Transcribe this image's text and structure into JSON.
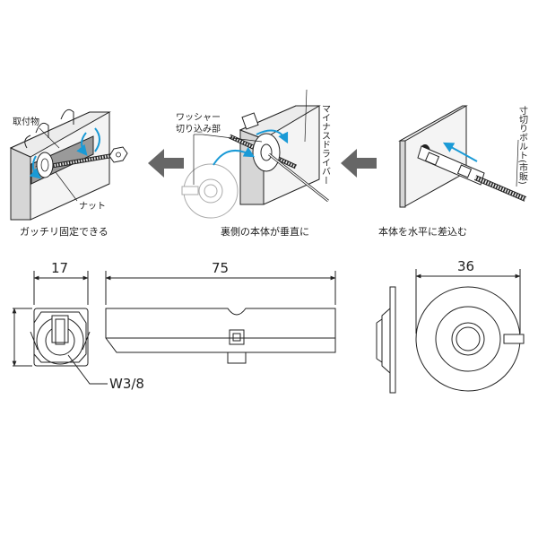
{
  "steps": [
    {
      "caption": "ガッチリ固定できる",
      "labels": {
        "part": "取付物",
        "nut": "ナット"
      }
    },
    {
      "caption": "裏側の本体が垂直に",
      "labels": {
        "washer_line1": "ワッシャー",
        "washer_line2": "切り込み部",
        "driver": "マイナスドライバー"
      }
    },
    {
      "caption": "本体を水平に差込む",
      "labels": {
        "bolt": "寸切りボルト(市販)"
      }
    }
  ],
  "dimensions": {
    "width": "17",
    "length": "75",
    "diameter": "36",
    "thread": "W3/8"
  },
  "colors": {
    "line": "#222222",
    "panel_face": "#f4f4f4",
    "panel_side": "#cccccc",
    "accent_blue": "#1a9ad6",
    "arrow_gray": "#666666"
  }
}
